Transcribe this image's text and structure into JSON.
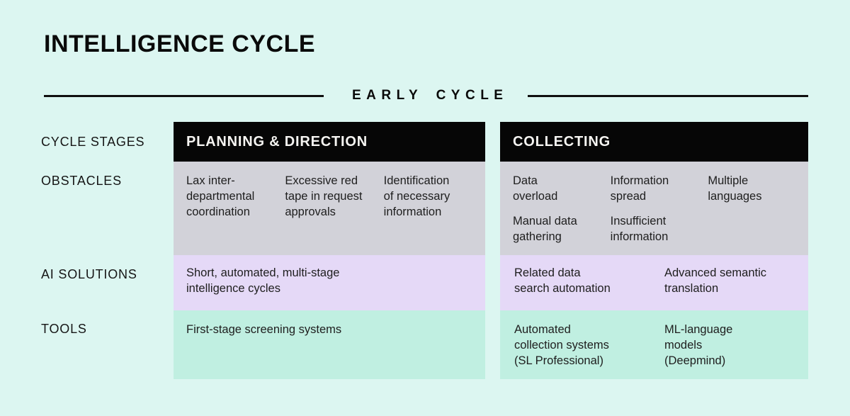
{
  "page": {
    "title": "INTELLIGENCE CYCLE",
    "section_label": "EARLY CYCLE"
  },
  "row_labels": [
    "CYCLE STAGES",
    "OBSTACLES",
    "AI SOLUTIONS",
    "TOOLS"
  ],
  "columns": [
    {
      "stage": "PLANNING & DIRECTION",
      "obstacles": [
        "Lax inter-\ndepartmental\ncoordination",
        "Excessive red\ntape in request\napprovals",
        "Identification\nof necessary\ninformation"
      ],
      "ai_solutions": [
        "Short, automated, multi-stage\nintelligence cycles"
      ],
      "tools": [
        "First-stage screening systems"
      ]
    },
    {
      "stage": "COLLECTING",
      "obstacles": [
        "Data\noverload",
        "Information\nspread",
        "Multiple\nlanguages",
        "Manual data\ngathering",
        "Insufficient\ninformation"
      ],
      "ai_solutions": [
        "Related data\nsearch automation",
        "Advanced semantic\ntranslation"
      ],
      "tools": [
        "Automated\ncollection systems\n(SL Professional)",
        "ML-language\nmodels\n(Deepmind)"
      ]
    }
  ],
  "colors": {
    "page_background": "#dcf6f1",
    "stage_header_background": "#060606",
    "stage_header_text": "#f6f5f2",
    "obstacles_background": "#d2d2d9",
    "ai_solutions_background": "#e5d9f7",
    "tools_background": "#c0efe1",
    "text": "#1d1d1d"
  }
}
